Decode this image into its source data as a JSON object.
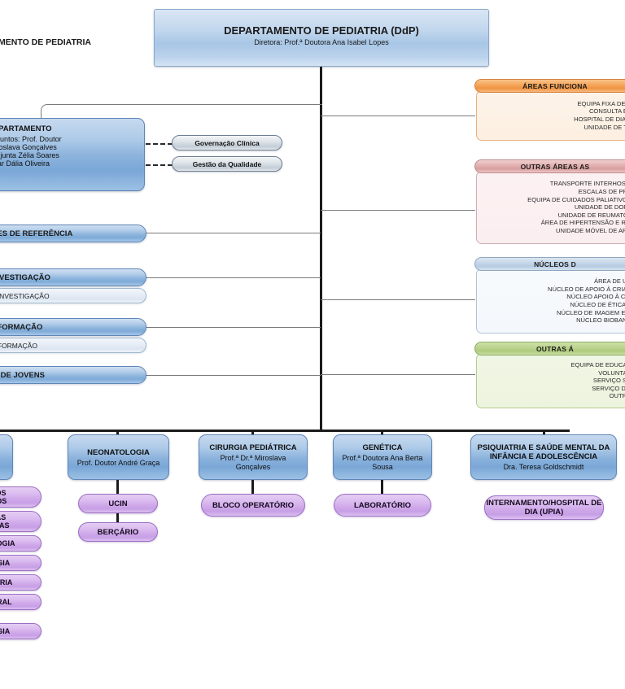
{
  "chart_title_fragment": "MENTO DE PEDIATRIA",
  "root": {
    "title": "DEPARTAMENTO DE PEDIATRIA (DdP)",
    "subtitle": "Diretora: Prof.ª Doutora Ana Isabel Lopes"
  },
  "council": {
    "title_fragment": "ELHO DO DEPARTAMENTO",
    "lines": [
      "partamento;Adjuntos: Prof. Doutor",
      "/ Prof.ª Dr.ª Miroslava Gonçalves",
      "erviço; Enf.ª Adjunta Zélia Soares",
      "adora Hospitalar Dália Oliveira"
    ]
  },
  "staff_pills": [
    {
      "label": "Governação Clínica"
    },
    {
      "label": "Gestão da Qualidade"
    }
  ],
  "left_units": [
    {
      "label": "OS E REDES  DE REFERÊNCIA",
      "sub": null
    },
    {
      "label": "TRO DE INVESTIGAÇÃO",
      "sub": "ÚCLEO DE INVESTIGAÇÃO"
    },
    {
      "label": "NTRO DE FORMAÇÃO",
      "sub": "ÚCLEO DE FORMAÇÃO"
    },
    {
      "label": "ONSELHO DE JOVENS",
      "sub": null
    }
  ],
  "right_groups": [
    {
      "header": "ÁREAS FUNCIONA",
      "color": "#f0943d",
      "items": [
        "EQUIPA FIXA DE U",
        "CONSULTA EX",
        "HOSPITAL DE DIA P",
        "UNIDADE DE TE"
      ]
    },
    {
      "header": "OUTRAS ÁREAS AS",
      "color": "#d9a3a3",
      "items": [
        "TRANSPORTE INTERHOSPI",
        "ESCALAS DE PRE",
        "EQUIPA DE CUIDADOS PALIATIVOS",
        "UNIDADE DE DOR I",
        "UNIDADE DE REUMATOL",
        "ÁREA DE HIPERTENSÃO E RIS",
        "UNIDADE MÓVEL DE APO"
      ]
    },
    {
      "header": "NÚCLEOS D",
      "color": "#c2d3e6",
      "items": [
        "ÁREA DE UR",
        "NÚCLEO DE APOIO À CRIAN",
        "NÚCLEO APOIO À CRI",
        "NÚCLEO DE ÉTICA E",
        "NÚCLEO DE IMAGEM E C",
        "NÚCLEO BIOBANC"
      ]
    },
    {
      "header": "OUTRAS Á",
      "color": "#b4cd87",
      "items": [
        "EQUIPA DE EDUCAÇ",
        "VOLUNTAR",
        "SERVIÇO SO",
        "SERVIÇO DIE",
        "OUTRO"
      ]
    }
  ],
  "services": [
    {
      "name": "",
      "head": "",
      "children": []
    },
    {
      "name": "NEONATOLOGIA",
      "head": "Prof. Doutor André Graça",
      "children": [
        "UCIN",
        "BERÇÁRIO"
      ]
    },
    {
      "name": "CIRURGIA PEDIÁTRICA",
      "head": "Prof.ª Dr.ª Miroslava Gonçalves",
      "children": [
        "BLOCO OPERATÓRIO"
      ]
    },
    {
      "name": "GENÉTICA",
      "head": "Prof.ª Doutora Ana Berta Sousa",
      "children": [
        "LABORATÓRIO"
      ]
    },
    {
      "name": "PSIQUIATRIA E SAÚDE MENTAL DA INFÂNCIA E ADOLESCÊNCIA",
      "head": "Dra. Teresa Goldschmidt",
      "children": [
        "INTERNAMENTO/HOSPITAL DE  DIA (UPIA)"
      ]
    }
  ],
  "service1_children": [
    "ADOS\nSIVOS",
    "NÇAS\nÓLICAS",
    "EROLOGIA",
    "OLOGIA",
    "EDIATRIA",
    "A GERAL",
    "OLOGIA"
  ]
}
